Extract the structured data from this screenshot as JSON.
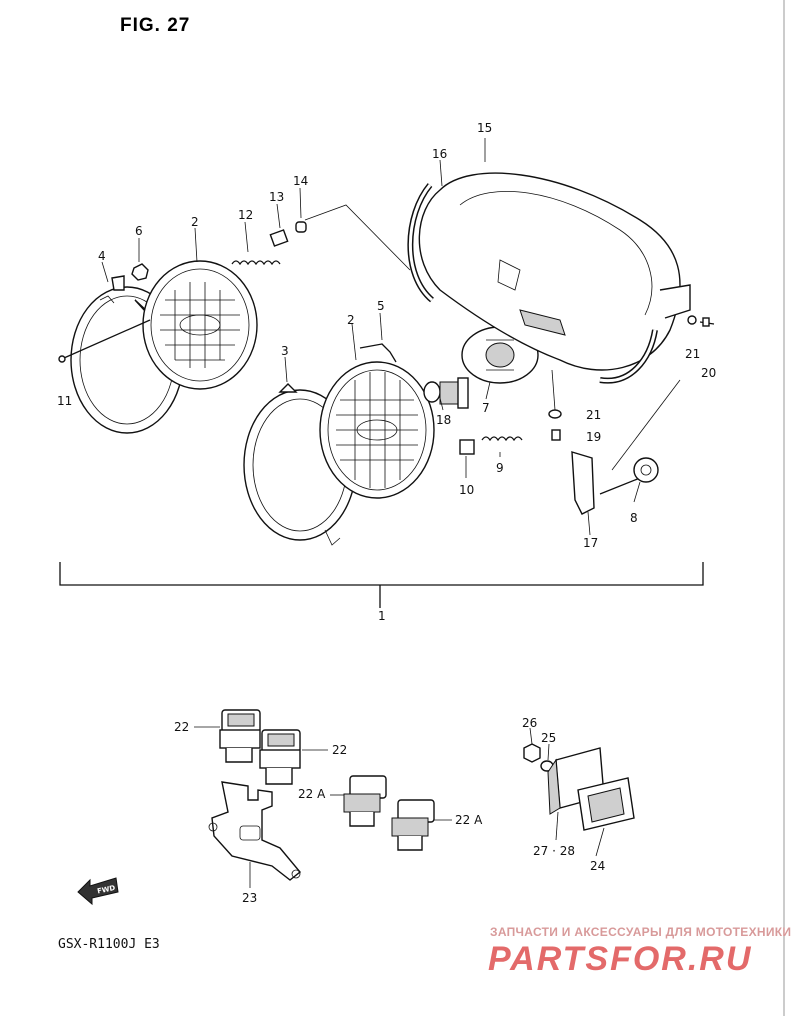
{
  "figure": {
    "title": "FIG. 27",
    "model": "GSX-R1100J  E3"
  },
  "labels": {
    "p1": "1",
    "p2a": "2",
    "p2b": "2",
    "p3": "3",
    "p4": "4",
    "p5": "5",
    "p6": "6",
    "p7": "7",
    "p8": "8",
    "p9": "9",
    "p10": "10",
    "p11": "11",
    "p12": "12",
    "p13": "13",
    "p14": "14",
    "p15": "15",
    "p16": "16",
    "p17": "17",
    "p18": "18",
    "p19": "19",
    "p20": "20",
    "p21a": "21",
    "p21b": "21",
    "p22a": "22",
    "p22b": "22",
    "p22c": "22 A",
    "p22d": "22 A",
    "p23": "23",
    "p24": "24",
    "p25": "25",
    "p26": "26",
    "p27": "27 · 28"
  },
  "fwd_arrow": {
    "text": "FWD",
    "icon": "forward-arrow-icon"
  },
  "watermark": {
    "tagline": "ЗАПЧАСТИ И АКСЕССУАРЫ ДЛЯ МОТОТЕХНИКИ",
    "brand": "PARTSFOR.RU",
    "color": "#e36a6a"
  }
}
